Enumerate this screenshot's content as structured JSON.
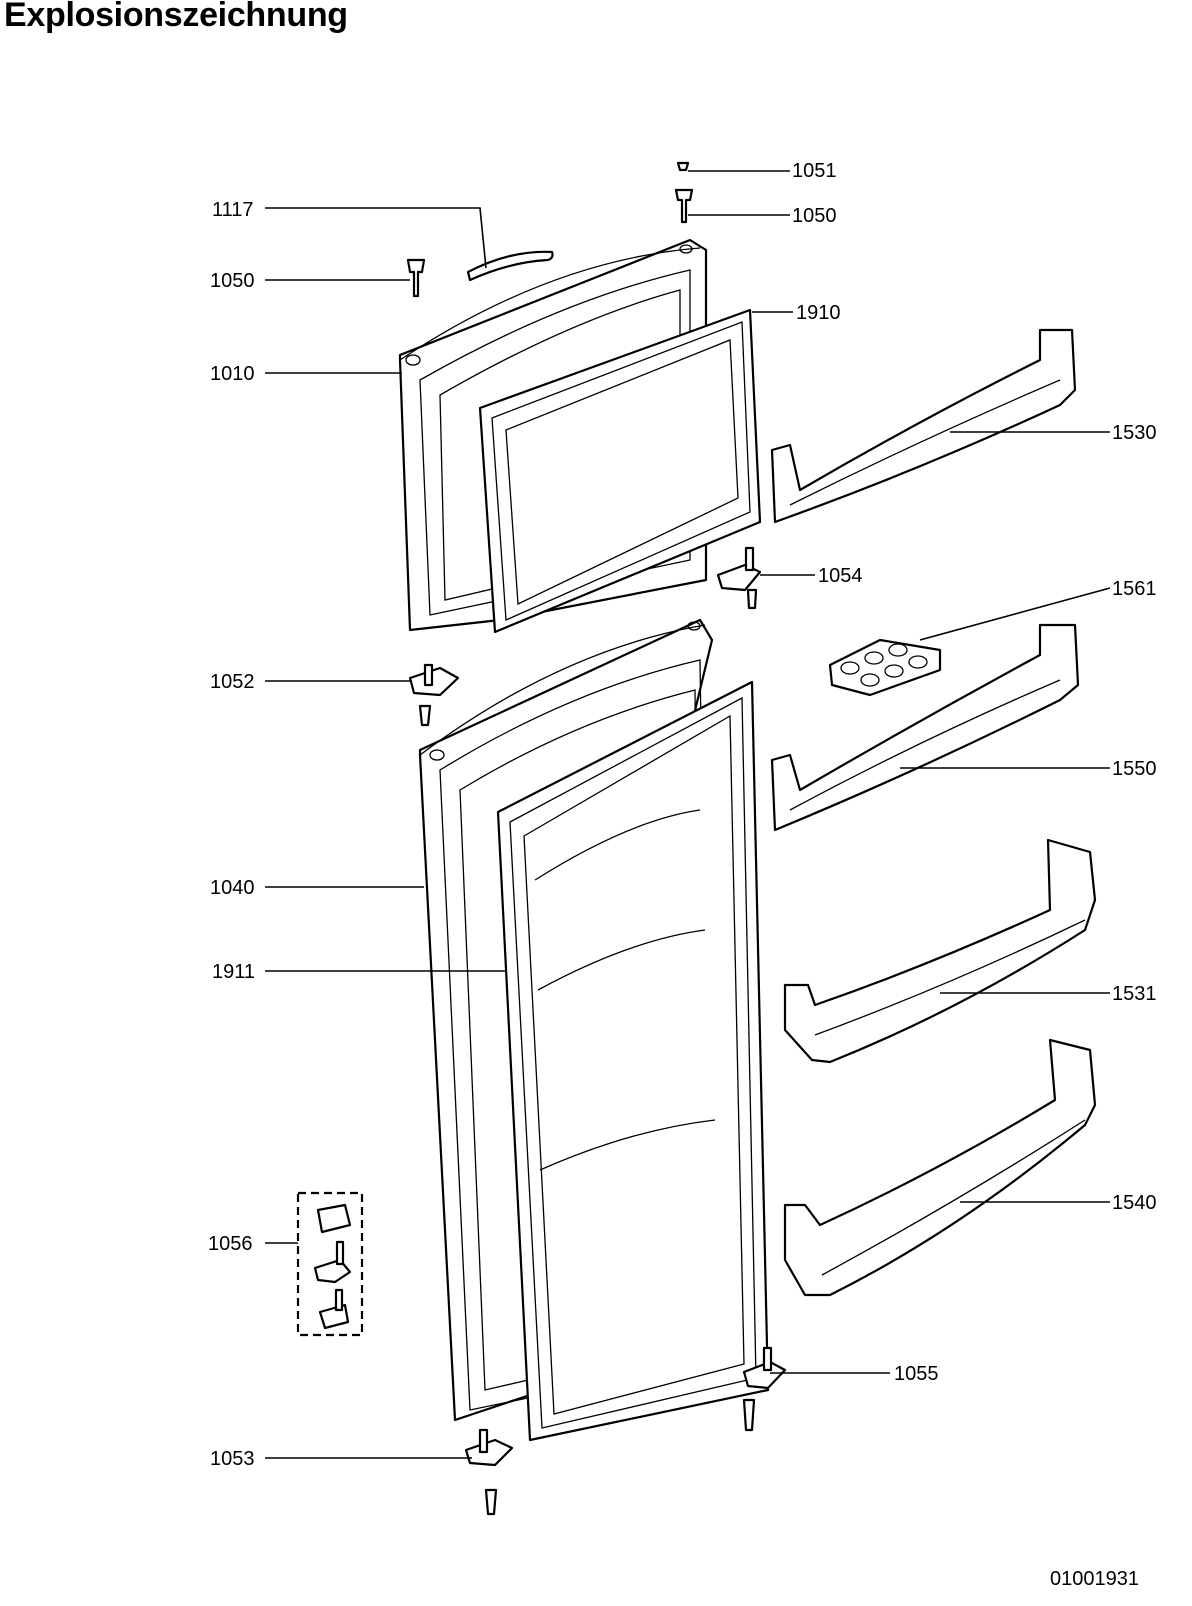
{
  "title": "Explosionszeichnung",
  "document_id": "01001931",
  "callouts": {
    "c1051": "1051",
    "c1050_top": "1050",
    "c1117": "1117",
    "c1050_left": "1050",
    "c1910": "1910",
    "c1010": "1010",
    "c1530": "1530",
    "c1054": "1054",
    "c1561": "1561",
    "c1052": "1052",
    "c1550": "1550",
    "c1040": "1040",
    "c1911": "1911",
    "c1531": "1531",
    "c1056": "1056",
    "c1540": "1540",
    "c1055": "1055",
    "c1053": "1053"
  }
}
